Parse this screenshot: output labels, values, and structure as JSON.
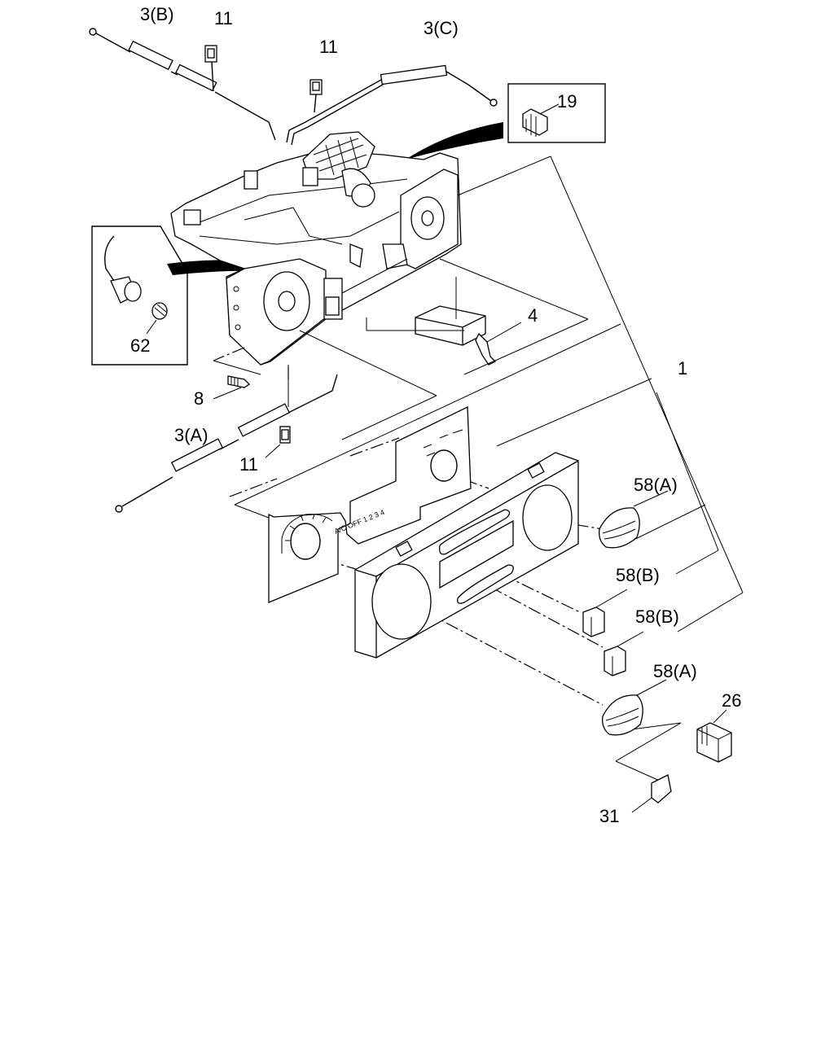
{
  "callouts": {
    "c3b": "3(B)",
    "c11_top": "11",
    "c11_mid": "11",
    "c3c": "3(C)",
    "c19": "19",
    "c4": "4",
    "c62": "62",
    "c8": "8",
    "c1": "1",
    "c3a": "3(A)",
    "c11_low": "11",
    "c58a_upper": "58(A)",
    "c58b_upper": "58(B)",
    "c58b_lower": "58(B)",
    "c58a_lower": "58(A)",
    "c26": "26",
    "c31": "31"
  },
  "panel_text": {
    "mode_scale": "A/C  OFF 1 2 3 4"
  }
}
